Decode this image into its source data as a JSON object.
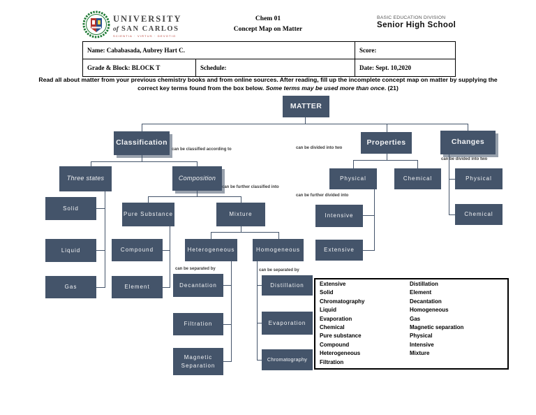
{
  "header": {
    "logo": {
      "line1": "UNIVERSITY",
      "of": "of",
      "line2": "SAN CARLOS",
      "motto": "SCIENTIA · VIRTUS · DEVOTIO"
    },
    "course": "Chem 01",
    "title": "Concept Map on Matter",
    "division": "BASIC EDUCATION DIVISION",
    "school": "Senior High  School"
  },
  "info_table": {
    "name": "Name: Cababasada, Aubrey Hart C.",
    "score": "Score:",
    "grade_block": "Grade & Block:  BLOCK T",
    "schedule": "Schedule:",
    "date": "Date: Sept. 10,2020"
  },
  "instructions": {
    "line1": "Read all about matter from your previous chemistry books and from online sources. After reading, fill up the incomplete concept map on matter by supplying the",
    "line2_normal": "correct key terms found from the box below. ",
    "line2_italic": "Some terms may be used more than once",
    "line2_mid": ". (",
    "line2_count": "21",
    "line2_end": ")"
  },
  "map": {
    "nodes": {
      "matter": "MATTER",
      "classification": "Classification",
      "properties": "Properties",
      "changes": "Changes",
      "three_states": "Three states",
      "composition": "Composition",
      "physical_property": "Physical",
      "chemical_property": "Chemical",
      "physical_change": "Physical",
      "chemical_change": "Chemical",
      "solid": "Solid",
      "liquid": "Liquid",
      "gas": "Gas",
      "pure_substance": "Pure Substance",
      "compound": "Compound",
      "element": "Element",
      "mixture": "Mixture",
      "heterogeneous": "Heterogeneous",
      "homogeneous": "Homogeneous",
      "intensive": "Intensive",
      "extensive": "Extensive",
      "decantation": "Decantation",
      "filtration": "Filtration",
      "magnetic_separation": "Magnetic Separation",
      "distillation": "Distillation",
      "evaporation": "Evaporation",
      "chromatography": "Chromatography"
    },
    "edge_labels": {
      "classified": "can be classified according to",
      "divided_two": "can be divided into two",
      "further_classified": "can be further classified into",
      "further_divided": "can be further divided into",
      "separated": "can be separated by"
    }
  },
  "word_bank": {
    "col1": [
      "Extensive",
      "Solid",
      "Chromatography",
      "Liquid",
      "Evaporation",
      "Chemical",
      "Pure substance",
      "Compound",
      "Heterogeneous",
      "Filtration"
    ],
    "col2": [
      "Distillation",
      "Element",
      "Decantation",
      "Homogeneous",
      "Gas",
      "Magnetic separation",
      "Physical",
      "Intensive",
      "Mixture"
    ]
  }
}
